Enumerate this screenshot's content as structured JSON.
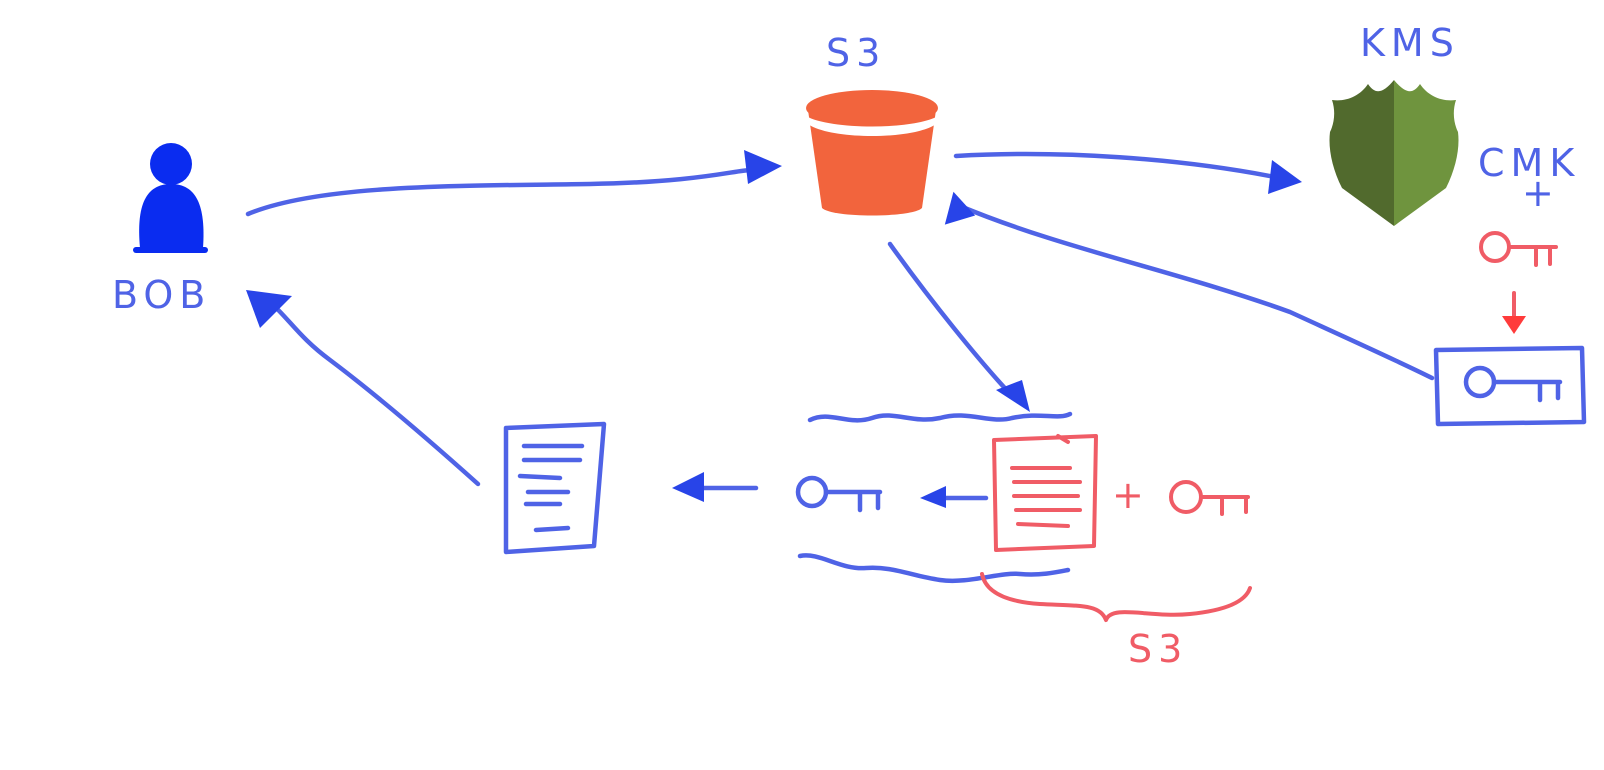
{
  "labels": {
    "user": "BOB",
    "s3_top": "S3",
    "kms": "KMS",
    "cmk": "CMK",
    "plus_cmk": "+",
    "plus_data": "+",
    "s3_bottom": "S3"
  },
  "colors": {
    "ink_blue": "#4f63e6",
    "ink_red": "#f05c66",
    "person_fill": "#0a2cf0",
    "bucket": "#f2643d",
    "kms_dark": "#516a2d",
    "kms_light": "#6f943e"
  },
  "icons": {
    "user": "person-icon",
    "s3": "s3-bucket-icon",
    "kms": "kms-shield-icon",
    "key": "key-icon",
    "document": "document-icon"
  }
}
